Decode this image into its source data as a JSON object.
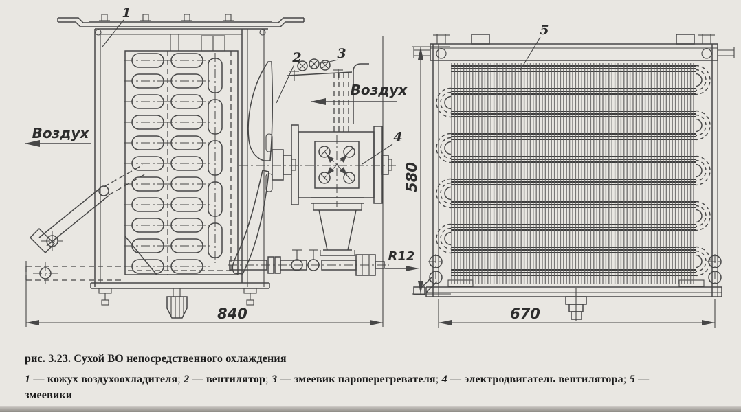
{
  "figure": {
    "caption_title": "рис. 3.23. Сухой ВО непосредственного охлаждения",
    "legend": [
      {
        "num": "1",
        "name": "кожух воздухоохладителя"
      },
      {
        "num": "2",
        "name": "вентилятор"
      },
      {
        "num": "3",
        "name": "змеевик пароперегревателя"
      },
      {
        "num": "4",
        "name": "электродвигатель вентилятора"
      },
      {
        "num": "5",
        "name": "змеевики"
      }
    ],
    "dash": "—",
    "sep": ";"
  },
  "drawing": {
    "part_labels": {
      "p1": "1",
      "p2": "2",
      "p3": "3",
      "p4": "4",
      "p5": "5"
    },
    "air_flow_left": "Воздух",
    "air_flow_right": "Воздух",
    "refrigerant": "R12",
    "dimensions": {
      "left_view_width": "840",
      "right_view_width": "670",
      "right_view_height": "580"
    }
  }
}
